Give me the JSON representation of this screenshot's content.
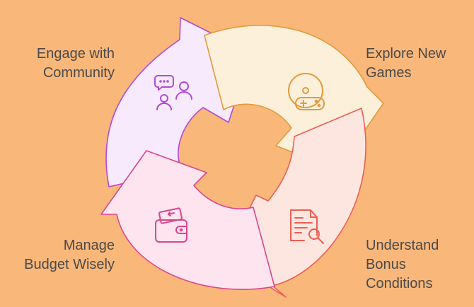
{
  "diagram": {
    "type": "circular-cycle",
    "steps": [
      {
        "lines": [
          "Explore New",
          "Games"
        ],
        "icon": "gamepad-icon",
        "fill": "#fdf0db",
        "stroke": "#e29a3c"
      },
      {
        "lines": [
          "Understand",
          "Bonus",
          "Conditions"
        ],
        "icon": "document-search-icon",
        "fill": "#fde6e0",
        "stroke": "#ec5e52"
      },
      {
        "lines": [
          "Manage",
          "Budget Wisely"
        ],
        "icon": "wallet-icon",
        "fill": "#fde4ee",
        "stroke": "#d9468e"
      },
      {
        "lines": [
          "Engage with",
          "Community"
        ],
        "icon": "community-chat-icon",
        "fill": "#f7eafc",
        "stroke": "#b04ad6"
      }
    ],
    "colors": {
      "background": "#f9b77a",
      "text": "#4a4a4a"
    }
  }
}
